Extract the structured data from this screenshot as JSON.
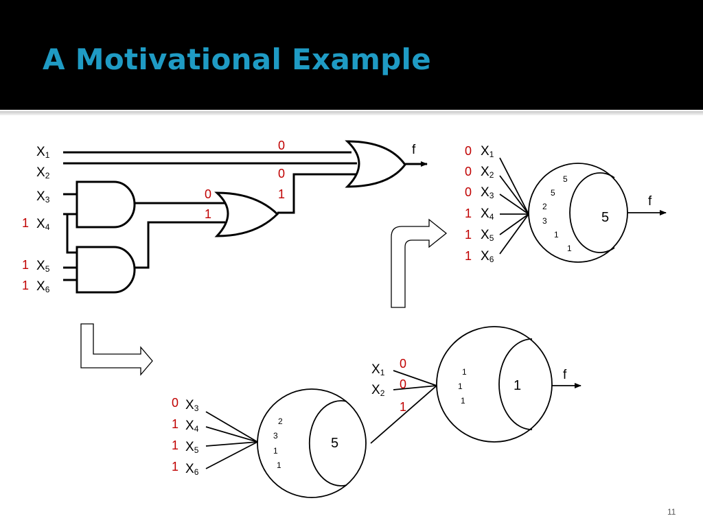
{
  "slide": {
    "title": "A Motivational Example",
    "page_number": "11"
  },
  "circuit": {
    "inputs": [
      {
        "var": "X",
        "sub": "1"
      },
      {
        "var": "X",
        "sub": "2"
      },
      {
        "var": "X",
        "sub": "3"
      },
      {
        "var": "X",
        "sub": "4",
        "value": "1"
      },
      {
        "var": "X",
        "sub": "5",
        "value": "1"
      },
      {
        "var": "X",
        "sub": "6",
        "value": "1"
      }
    ],
    "wire_values": {
      "x1_wire": "0",
      "x2_wire": "0",
      "or2_out": "1",
      "and1_out": "0",
      "and2_out": "1"
    },
    "output": "f"
  },
  "neuron_single": {
    "inputs": [
      {
        "value": "0",
        "var": "X",
        "sub": "1"
      },
      {
        "value": "0",
        "var": "X",
        "sub": "2"
      },
      {
        "value": "0",
        "var": "X",
        "sub": "3"
      },
      {
        "value": "1",
        "var": "X",
        "sub": "4"
      },
      {
        "value": "1",
        "var": "X",
        "sub": "5"
      },
      {
        "value": "1",
        "var": "X",
        "sub": "6"
      }
    ],
    "weights": [
      "5",
      "5",
      "2",
      "3",
      "1",
      "1"
    ],
    "threshold": "5",
    "output": "f"
  },
  "neuron_inner": {
    "inputs": [
      {
        "value": "0",
        "var": "X",
        "sub": "3"
      },
      {
        "value": "1",
        "var": "X",
        "sub": "4"
      },
      {
        "value": "1",
        "var": "X",
        "sub": "5"
      },
      {
        "value": "1",
        "var": "X",
        "sub": "6"
      }
    ],
    "weights": [
      "2",
      "3",
      "1",
      "1"
    ],
    "threshold": "5"
  },
  "neuron_outer": {
    "inputs": [
      {
        "var": "X",
        "sub": "1",
        "value": "0"
      },
      {
        "var": "X",
        "sub": "2",
        "value": "0"
      }
    ],
    "inner_value": "1",
    "weights": [
      "1",
      "1",
      "1"
    ],
    "threshold": "1",
    "output": "f"
  }
}
